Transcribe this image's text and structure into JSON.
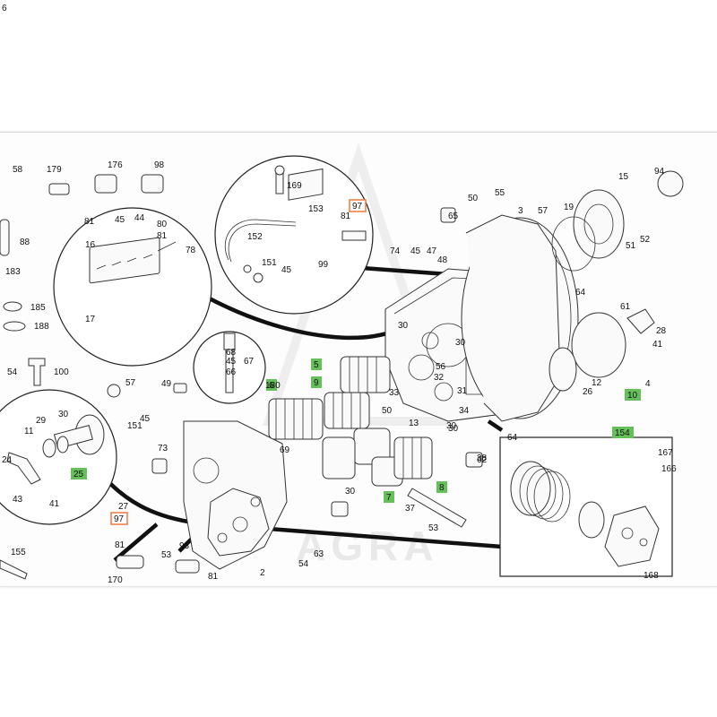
{
  "watermark": "AGRA",
  "colors": {
    "highlight_green": "#66c05a",
    "highlight_orange": "#f07a3c",
    "line": "#222222",
    "sheet_bg": "#fdfdfd"
  },
  "labels": [
    "58",
    "179",
    "176",
    "98",
    "88",
    "183",
    "185",
    "188",
    "54",
    "100",
    "81",
    "45",
    "44",
    "80",
    "81",
    "16",
    "78",
    "17",
    "169",
    "153",
    "81",
    "97",
    "152",
    "151",
    "45",
    "99",
    "74",
    "45",
    "47",
    "48",
    "65",
    "50",
    "55",
    "3",
    "57",
    "19",
    "15",
    "94",
    "51",
    "52",
    "68",
    "45",
    "66",
    "67",
    "57",
    "49",
    "45",
    "151",
    "73",
    "69",
    "6",
    "5",
    "9",
    "30",
    "30",
    "30",
    "33",
    "32",
    "31",
    "34",
    "50",
    "13",
    "30",
    "11",
    "29",
    "25",
    "24",
    "43",
    "41",
    "27",
    "97",
    "81",
    "170",
    "53",
    "93",
    "81",
    "2",
    "54",
    "63",
    "62",
    "64",
    "61",
    "28",
    "41",
    "26",
    "12",
    "10",
    "4",
    "56",
    "30",
    "30",
    "7",
    "8",
    "37",
    "53",
    "38",
    "64",
    "154",
    "167",
    "166",
    "168",
    "155",
    "180",
    "6"
  ],
  "highlighted_green": [
    "5",
    "6",
    "9",
    "10",
    "25",
    "7",
    "8",
    "154"
  ],
  "highlighted_orange": [
    "97",
    "97"
  ]
}
